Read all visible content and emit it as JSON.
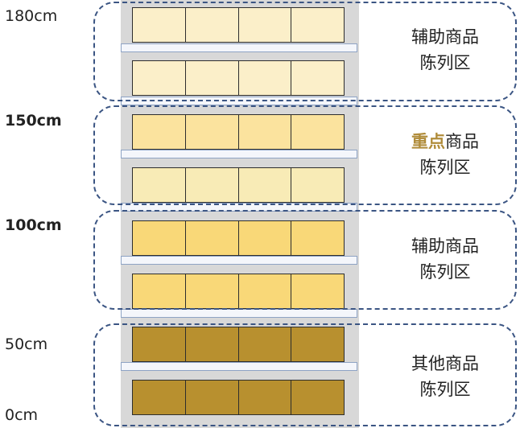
{
  "height_marks": [
    {
      "label": "180cm",
      "bold": false
    },
    {
      "label": "150cm",
      "bold": true
    },
    {
      "label": "100cm",
      "bold": true
    },
    {
      "label": "50cm",
      "bold": false
    },
    {
      "label": "0cm",
      "bold": false
    }
  ],
  "zones": [
    {
      "name_prefix_highlight": "",
      "name_rest": "辅助商品",
      "line2": "陈列区"
    },
    {
      "name_prefix_highlight": "重点",
      "name_rest": "商品",
      "line2": "陈列区"
    },
    {
      "name_prefix_highlight": "",
      "name_rest": "辅助商品",
      "line2": "陈列区"
    },
    {
      "name_prefix_highlight": "",
      "name_rest": "其他商品",
      "line2": "陈列区"
    }
  ],
  "colors": {
    "zone_border": "#3b5583",
    "highlight_text": "#b08c3a",
    "box_tiers": [
      "#fbefc9",
      "#fbefc9",
      "#fbe39e",
      "#f8ebb6",
      "#f9d878",
      "#f9d878",
      "#b8902f",
      "#b8902f"
    ]
  }
}
